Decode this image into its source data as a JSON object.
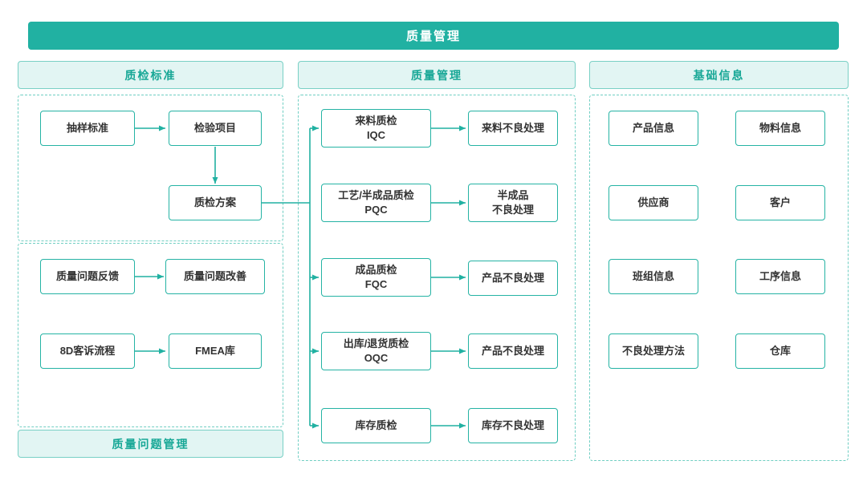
{
  "banner": {
    "title": "质量管理"
  },
  "left": {
    "header": "质检标准",
    "footer": "质量问题管理",
    "boxes": {
      "sampling": "抽样标准",
      "items": "检验项目",
      "plan": "质检方案",
      "feedback": "质量问题反馈",
      "improve": "质量问题改善",
      "complaint": "8D客诉流程",
      "fmea": "FMEA库"
    }
  },
  "middle": {
    "header": "质量管理",
    "rows": [
      {
        "src1": "来料质检",
        "src2": "IQC",
        "dst1": "来料不良处理",
        "dst2": ""
      },
      {
        "src1": "工艺/半成品质检",
        "src2": "PQC",
        "dst1": "半成品",
        "dst2": "不良处理"
      },
      {
        "src1": "成品质检",
        "src2": "FQC",
        "dst1": "产品不良处理",
        "dst2": ""
      },
      {
        "src1": "出库/退货质检",
        "src2": "OQC",
        "dst1": "产品不良处理",
        "dst2": ""
      },
      {
        "src1": "库存质检",
        "src2": "",
        "dst1": "库存不良处理",
        "dst2": ""
      }
    ]
  },
  "right": {
    "header": "基础信息",
    "boxes": [
      "产品信息",
      "物料信息",
      "供应商",
      "客户",
      "班组信息",
      "工序信息",
      "不良处理方法",
      "仓库"
    ]
  },
  "colors": {
    "accent_teal": "#21b1a2",
    "header_bg": "#e2f5f3",
    "dashed_border": "#6fcec2",
    "node_border": "#25b3a4",
    "text_dark": "#333333"
  }
}
